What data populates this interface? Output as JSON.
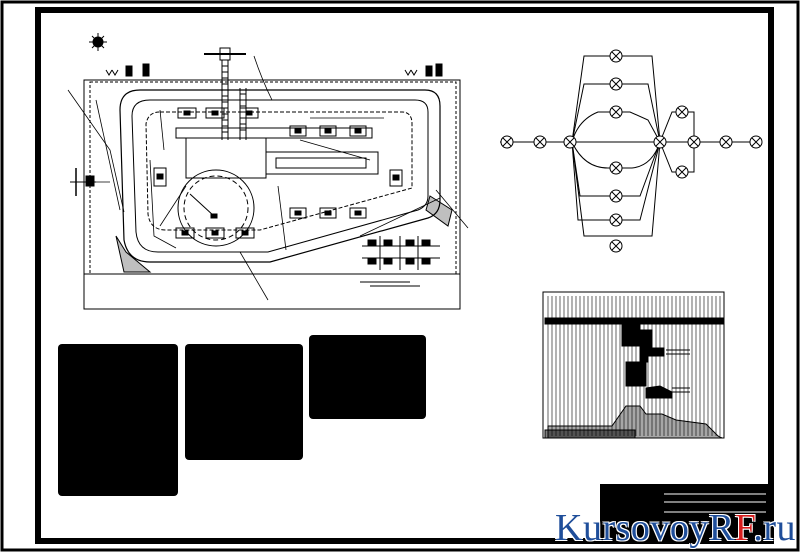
{
  "watermark": {
    "prefix": "KursovoyR",
    "accent": "F",
    "suffix": ".ru"
  },
  "colors": {
    "ink": "#000000",
    "paper": "#ffffff",
    "watermark_blue": "#1f4e9a",
    "watermark_red": "#d81e1e"
  },
  "icons": {
    "north_arrow": "compass-rose-icon",
    "lamp": "lamp-symbol-icon"
  }
}
